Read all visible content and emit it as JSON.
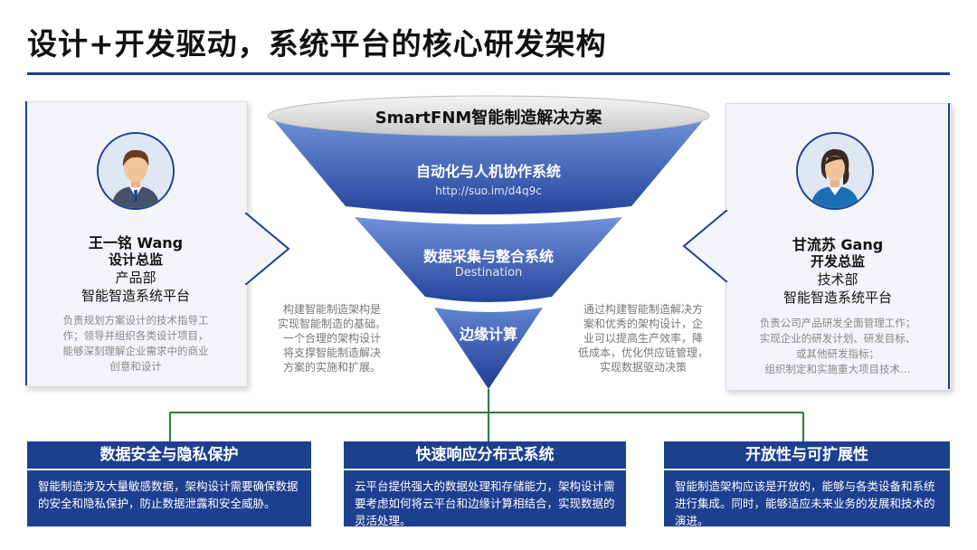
{
  "title": "设计+开发驱动，系统平台的核心研发架构",
  "colors": {
    "primary": "#1d3f8f",
    "funnel_light": "#6d8fd6",
    "funnel_dark": "#22409a"
  },
  "left_person": {
    "name": "王一铭 Wang",
    "role": "设计总监",
    "dept": "产品部",
    "platform": "智能智造系统平台",
    "desc": [
      "负责规划方案设计的技术指导工",
      "作；领导并组织各类设计项目，",
      "能够深刻理解企业需求中的商业",
      "创意和设计"
    ],
    "icon": "male-avatar-icon"
  },
  "right_person": {
    "name": "甘流苏 Gang",
    "role": "开发总监",
    "dept": "技术部",
    "platform": "智能智造系统平台",
    "desc": [
      "负责公司产品研发全面管理工作；",
      "实现企业的研发计划、研发目标、",
      "或其他研发指标；",
      "组织制定和实施重大项目技术…"
    ],
    "icon": "female-avatar-icon"
  },
  "funnel": {
    "top_label": "SmartFNM智能制造解决方案",
    "layers": [
      {
        "title": "自动化与人机协作系统",
        "subtitle": "http://suo.im/d4q9c"
      },
      {
        "title": "数据采集与整合系统",
        "subtitle": "Destination"
      },
      {
        "title": "边缘计算",
        "subtitle": ""
      }
    ]
  },
  "notes": {
    "left": [
      "构建智能制造架构是",
      "实现智能制造的基础。",
      "一个合理的架构设计",
      "将支撑智能制造解决",
      "方案的实施和扩展。"
    ],
    "right": [
      "通过构建智能制造解决方",
      "案和优秀的架构设计，企",
      "业可以提高生产效率，降",
      "低成本，优化供应链管理，",
      "实现数据驱动决策"
    ]
  },
  "boxes": [
    {
      "title": "数据安全与隐私保护",
      "body": "智能制造涉及大量敏感数据，架构设计需要确保数据的安全和隐私保护，防止数据泄露和安全威胁。"
    },
    {
      "title": "快速响应分布式系统",
      "body": "云平台提供强大的数据处理和存储能力，架构设计需要考虑如何将云平台和边缘计算相结合，实现数据的灵活处理。"
    },
    {
      "title": "开放性与可扩展性",
      "body": "智能制造架构应该是开放的，能够与各类设备和系统进行集成。同时，能够适应未来业务的发展和技术的演进。"
    }
  ]
}
